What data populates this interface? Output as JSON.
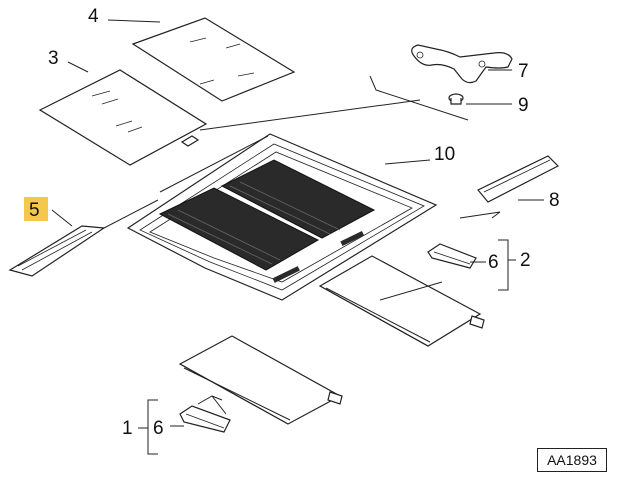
{
  "diagram": {
    "highlight_color": "#f2c94c",
    "reference_code": "AA1893",
    "callouts": [
      {
        "id": "c4",
        "label": "4"
      },
      {
        "id": "c3",
        "label": "3"
      },
      {
        "id": "c7",
        "label": "7"
      },
      {
        "id": "c9",
        "label": "9"
      },
      {
        "id": "c10",
        "label": "10"
      },
      {
        "id": "c5",
        "label": "5",
        "highlighted": true
      },
      {
        "id": "c8",
        "label": "8"
      },
      {
        "id": "c6a",
        "label": "6"
      },
      {
        "id": "c2",
        "label": "2"
      },
      {
        "id": "c1",
        "label": "1"
      },
      {
        "id": "c6b",
        "label": "6"
      }
    ]
  }
}
